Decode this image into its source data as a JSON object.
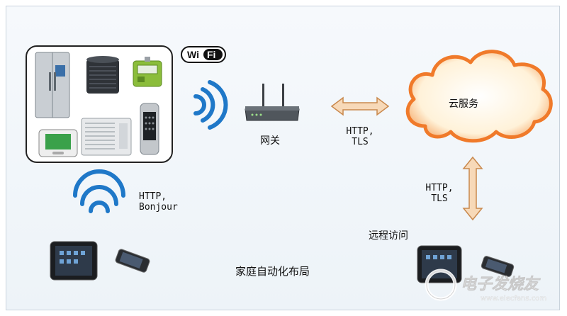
{
  "diagram": {
    "title": "家庭自动化布局",
    "gateway_label": "网关",
    "cloud_label": "云服务",
    "remote_label": "远程访问",
    "link_gateway_cloud": {
      "line1": "HTTP,",
      "line2": "TLS"
    },
    "link_cloud_remote": {
      "line1": "HTTP,",
      "line2": "TLS"
    },
    "link_local": {
      "line1": "HTTP,",
      "line2": "Bonjour"
    },
    "wifi_badge": {
      "wi": "Wi",
      "fi": "Fi"
    },
    "watermark": {
      "text": "电子发烧友",
      "url": "www.elecfans.com"
    }
  },
  "colors": {
    "cloud_fill": "#fff2d9",
    "cloud_edge": "#f07a2a",
    "arrow_fill": "#f7d9b8",
    "arrow_edge": "#c9894d",
    "wifi_blue": "#1f78c8"
  },
  "icons": [
    "refrigerator-icon",
    "air-conditioner-icon",
    "meter-icon",
    "thermostat-icon",
    "window-ac-icon",
    "remote-panel-icon",
    "wifi-signal-icon",
    "router-icon",
    "cloud-icon",
    "tablet-icon",
    "phone-icon"
  ]
}
